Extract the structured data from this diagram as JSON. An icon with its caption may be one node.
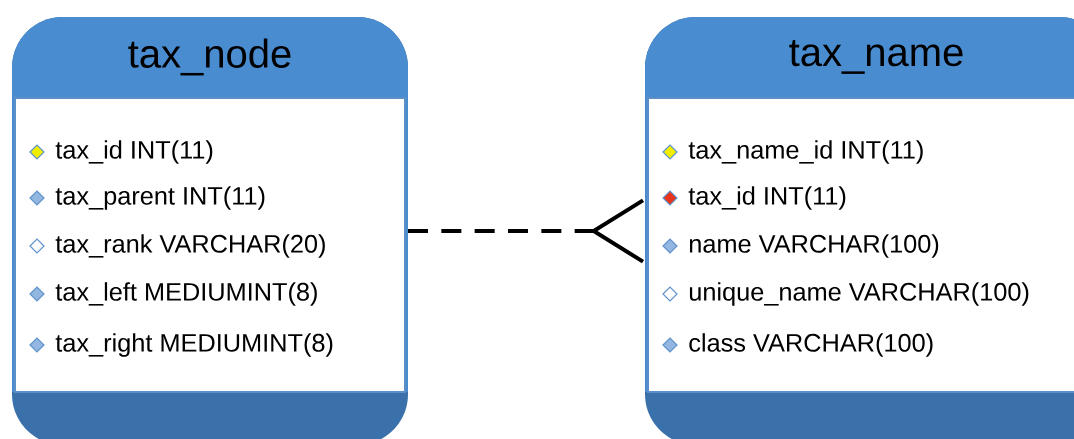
{
  "diagram": {
    "nodes": [
      {
        "text": [
          "tax_node",
          "tax_id INT(11)",
          "tax_parent INT(11)",
          "tax_rank VARCHAR(20)",
          "tax_left MEDIUMINT(8)",
          "tax_right MEDIUMINT(8)"
        ]
      },
      {
        "text": [
          "tax_name",
          "tax_name_id INT(11)",
          "tax_id INT(11)",
          "name VARCHAR(100)",
          "unique_name VARCHAR(100)",
          "class VARCHAR(100)"
        ]
      }
    ],
    "edges": [
      {
        "from": 0,
        "to": 1,
        "arrow": "other",
        "style": "dashed"
      }
    ]
  }
}
